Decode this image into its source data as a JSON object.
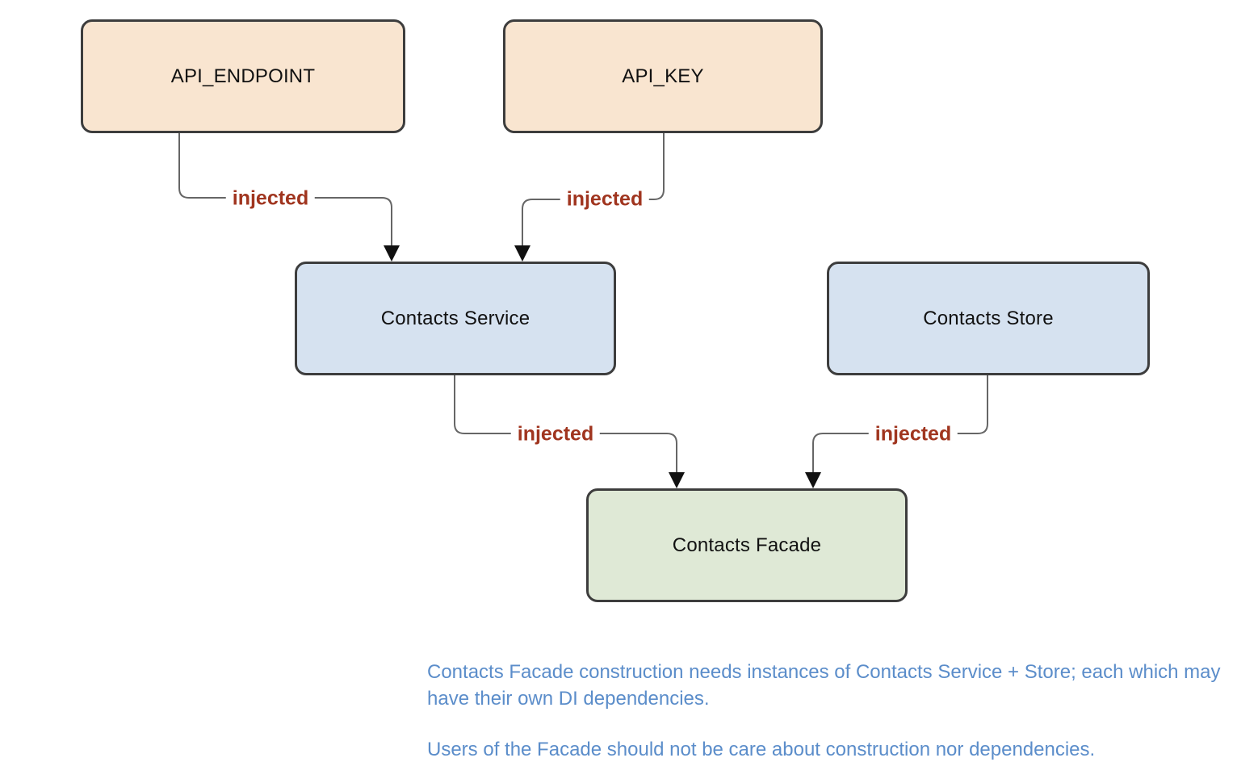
{
  "diagram": {
    "nodes": [
      {
        "id": "api-endpoint",
        "label": "API_ENDPOINT",
        "fill": "#f9e5d0",
        "border": "#3d3d3d"
      },
      {
        "id": "api-key",
        "label": "API_KEY",
        "fill": "#f9e5d0",
        "border": "#3d3d3d"
      },
      {
        "id": "contacts-service",
        "label": "Contacts Service",
        "fill": "#d6e2f0",
        "border": "#3d3d3d"
      },
      {
        "id": "contacts-store",
        "label": "Contacts Store",
        "fill": "#d6e2f0",
        "border": "#3d3d3d"
      },
      {
        "id": "contacts-facade",
        "label": "Contacts Facade",
        "fill": "#dfe9d6",
        "border": "#3d3d3d"
      }
    ],
    "edges": [
      {
        "from": "API_ENDPOINT",
        "to": "Contacts Service",
        "label": "injected"
      },
      {
        "from": "API_KEY",
        "to": "Contacts Service",
        "label": "injected"
      },
      {
        "from": "Contacts Service",
        "to": "Contacts Facade",
        "label": "injected"
      },
      {
        "from": "Contacts Store",
        "to": "Contacts Facade",
        "label": "injected"
      }
    ],
    "colors": {
      "edge_line": "#666666",
      "arrowhead": "#111111",
      "edge_label": "#a0351f"
    }
  },
  "caption": {
    "color": "#5b8dca",
    "paragraphs": [
      "Contacts Facade construction needs instances of Contacts Service + Store; each which may have their own DI dependencies.",
      "Users of the Facade should not be care about construction nor dependencies."
    ]
  }
}
